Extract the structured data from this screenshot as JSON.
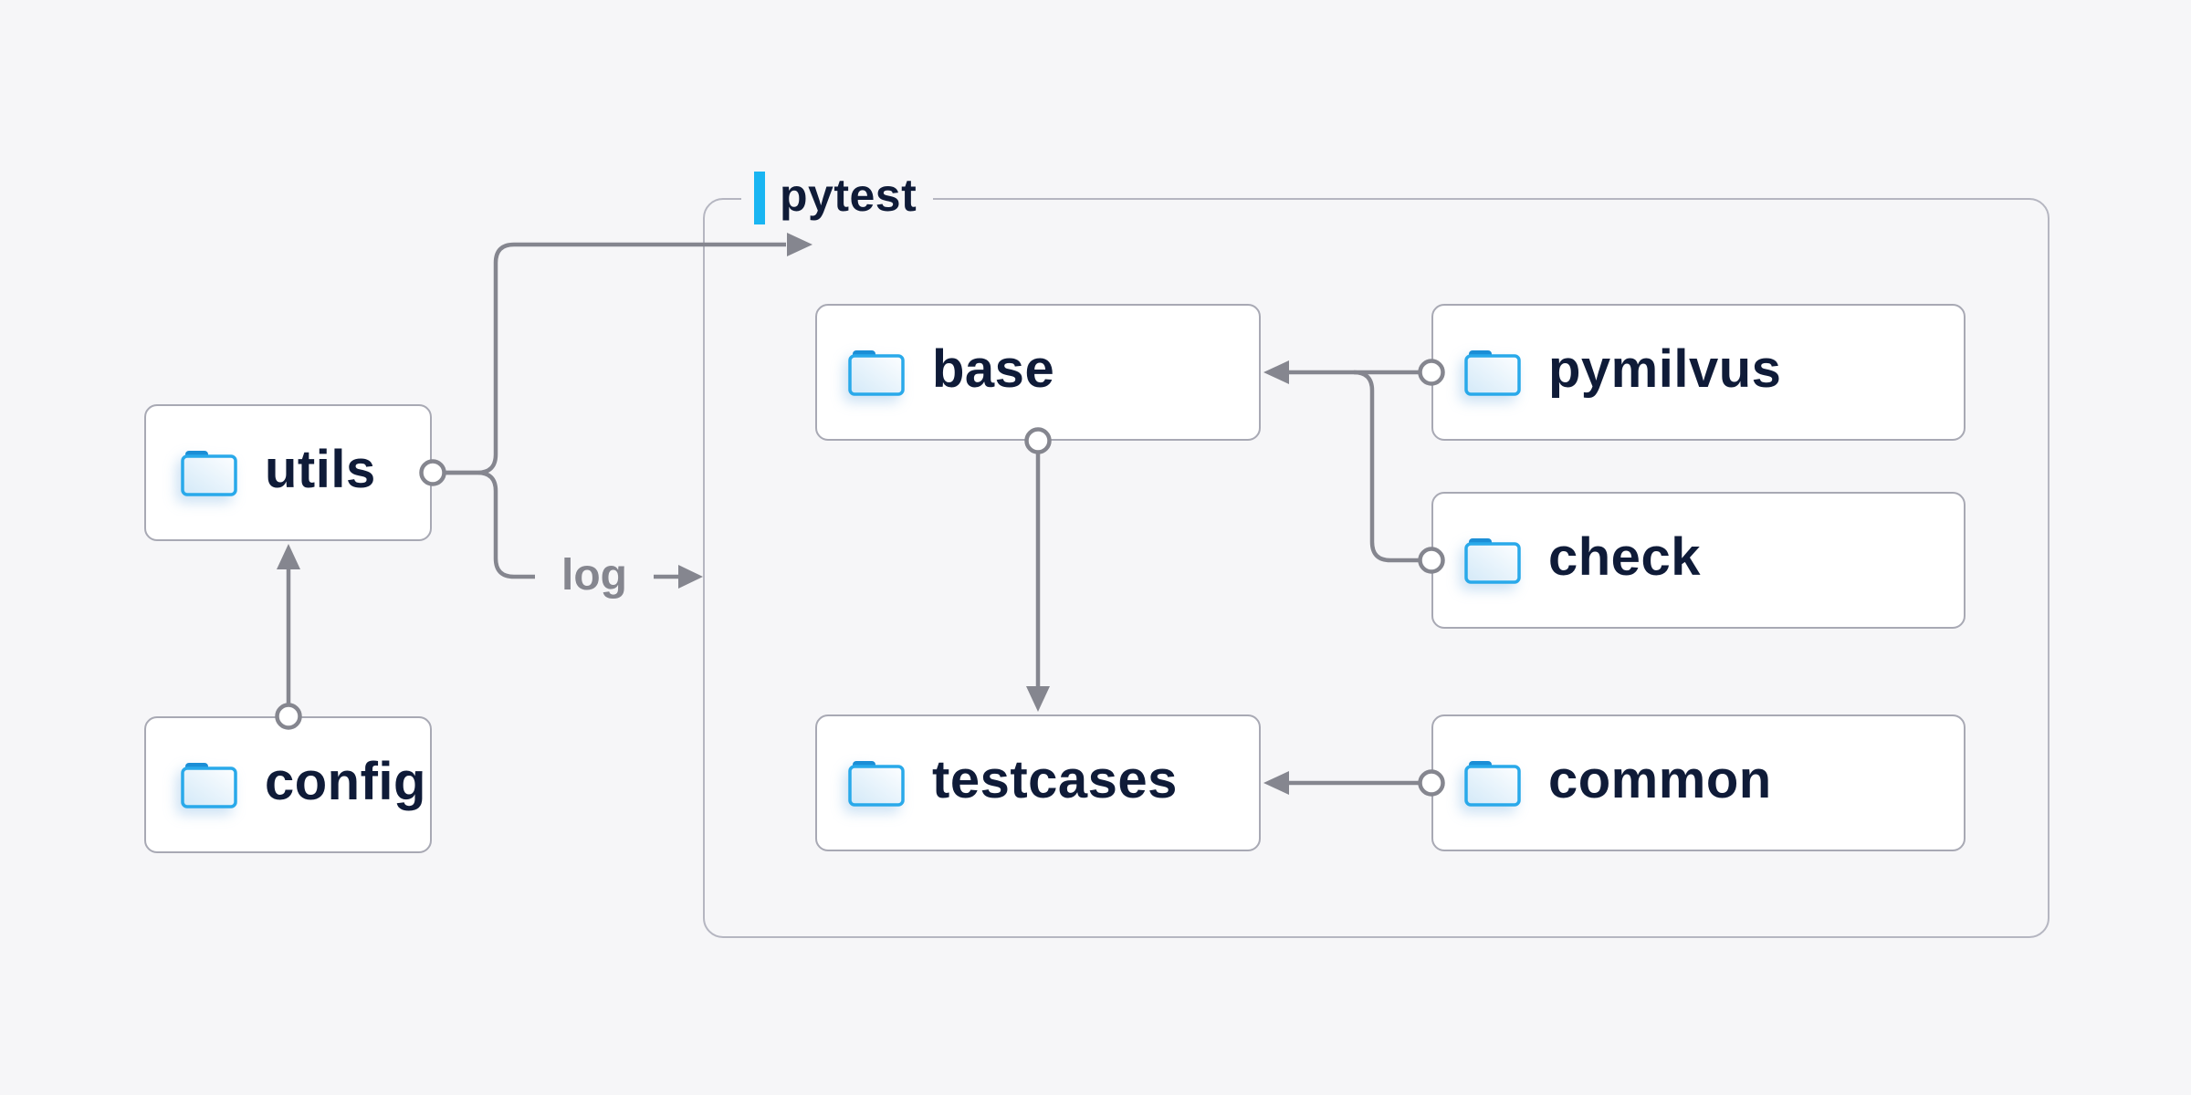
{
  "page": {
    "background": "#f6f6f8"
  },
  "palette": {
    "line": "#85868f",
    "box_border": "#a8a9b4",
    "container_border": "#b5b6c1",
    "text": "#0f1b38",
    "muted_text": "#85868f",
    "accent_blue": "#19b5f2",
    "folder_stroke": "#29a9ea",
    "folder_tab": "#1b8ed6",
    "box_background": "#ffffff"
  },
  "container": {
    "label": "pytest"
  },
  "nodes": [
    {
      "id": "utils",
      "label": "utils"
    },
    {
      "id": "config",
      "label": "config"
    },
    {
      "id": "base",
      "label": "base"
    },
    {
      "id": "testcases",
      "label": "testcases"
    },
    {
      "id": "pymilvus",
      "label": "pymilvus"
    },
    {
      "id": "check",
      "label": "check"
    },
    {
      "id": "common",
      "label": "common"
    }
  ],
  "edges": [
    {
      "from": "config",
      "to": "utils",
      "label": ""
    },
    {
      "from": "utils",
      "to": "base",
      "label": ""
    },
    {
      "from": "utils",
      "to": "pytest",
      "label": "log"
    },
    {
      "from": "base",
      "to": "testcases",
      "label": ""
    },
    {
      "from": "pymilvus",
      "to": "base",
      "label": ""
    },
    {
      "from": "check",
      "to": "base",
      "label": ""
    },
    {
      "from": "common",
      "to": "testcases",
      "label": ""
    }
  ]
}
